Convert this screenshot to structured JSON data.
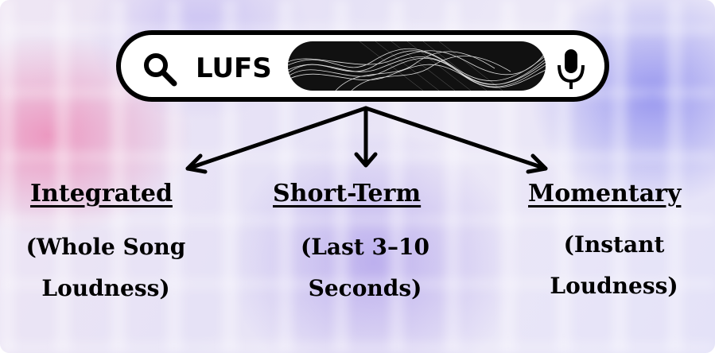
{
  "search": {
    "query": "LUFS"
  },
  "icons": {
    "search": "search-icon",
    "mic": "microphone-icon"
  },
  "branches": [
    {
      "title": "Integrated ",
      "description_line1": "(Whole Song",
      "description_line2": "Loudness)"
    },
    {
      "title": "Short-Term ",
      "description_line1": "(Last 3–10",
      "description_line2": "Seconds)"
    },
    {
      "title": "Momentary",
      "description_line1": "(Instant",
      "description_line2": "Loudness)"
    }
  ]
}
